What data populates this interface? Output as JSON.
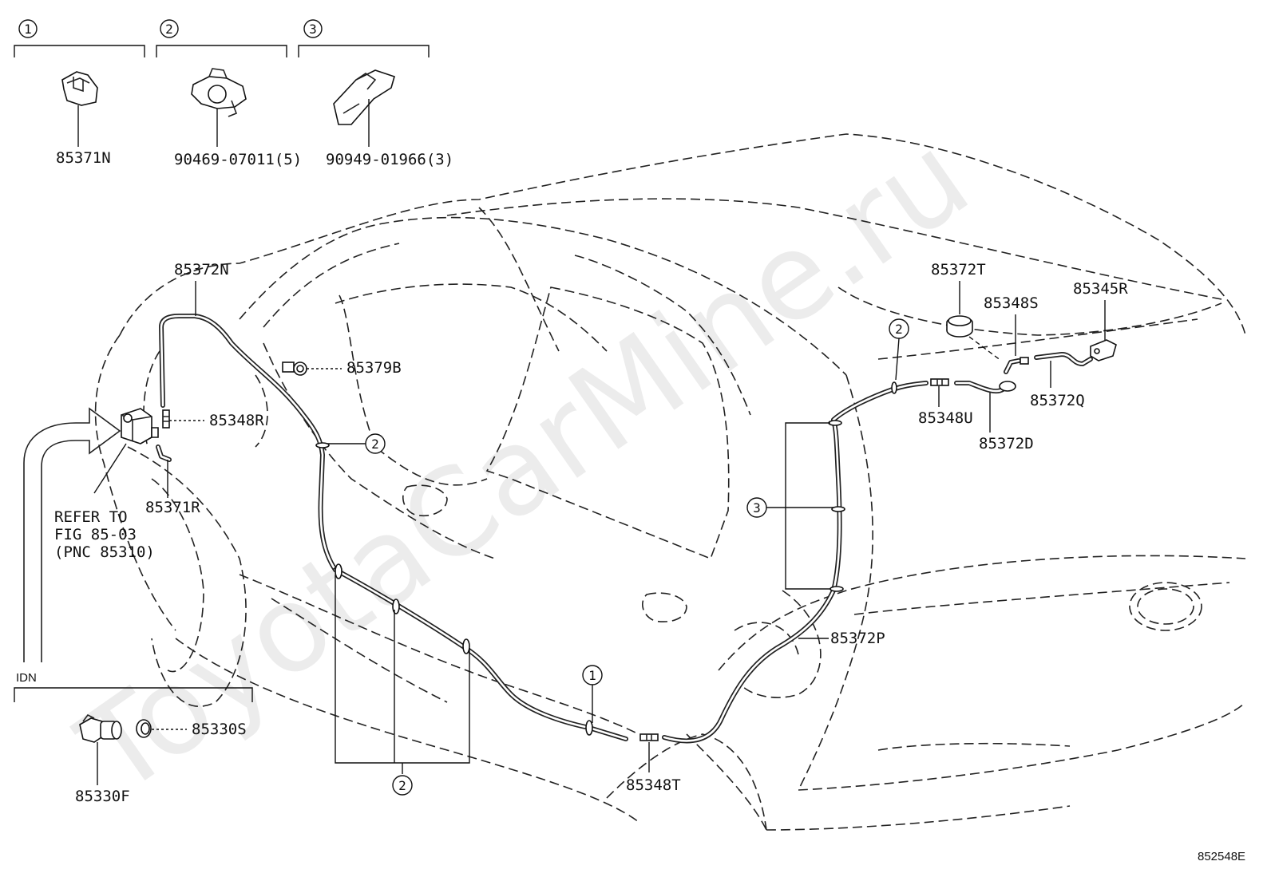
{
  "watermark": "ToyotaCarMine.ru",
  "figure_id": "852548E",
  "group_refs": [
    "1",
    "2",
    "3"
  ],
  "idn_label": "IDN",
  "parts": {
    "p85371N": "85371N",
    "p90469": "90469-07011(5)",
    "p90949": "90949-01966(3)",
    "p85372N": "85372N",
    "p85379B": "85379B",
    "p85348R": "85348R",
    "p85371R": "85371R",
    "p85330S": "85330S",
    "p85330F": "85330F",
    "p85348T": "85348T",
    "p85372P": "85372P",
    "p85372T": "85372T",
    "p85348S": "85348S",
    "p85345R": "85345R",
    "p85372Q": "85372Q",
    "p85348U": "85348U",
    "p85372D": "85372D"
  },
  "refer_note": {
    "line1": "REFER TO",
    "line2": "FIG 85-03",
    "line3": "(PNC 85310)"
  },
  "callouts": {
    "c2_upper_hose": "2",
    "c2_lower_group": "2",
    "c1_lower": "1",
    "c3_group": "3",
    "c2_rear": "2"
  }
}
